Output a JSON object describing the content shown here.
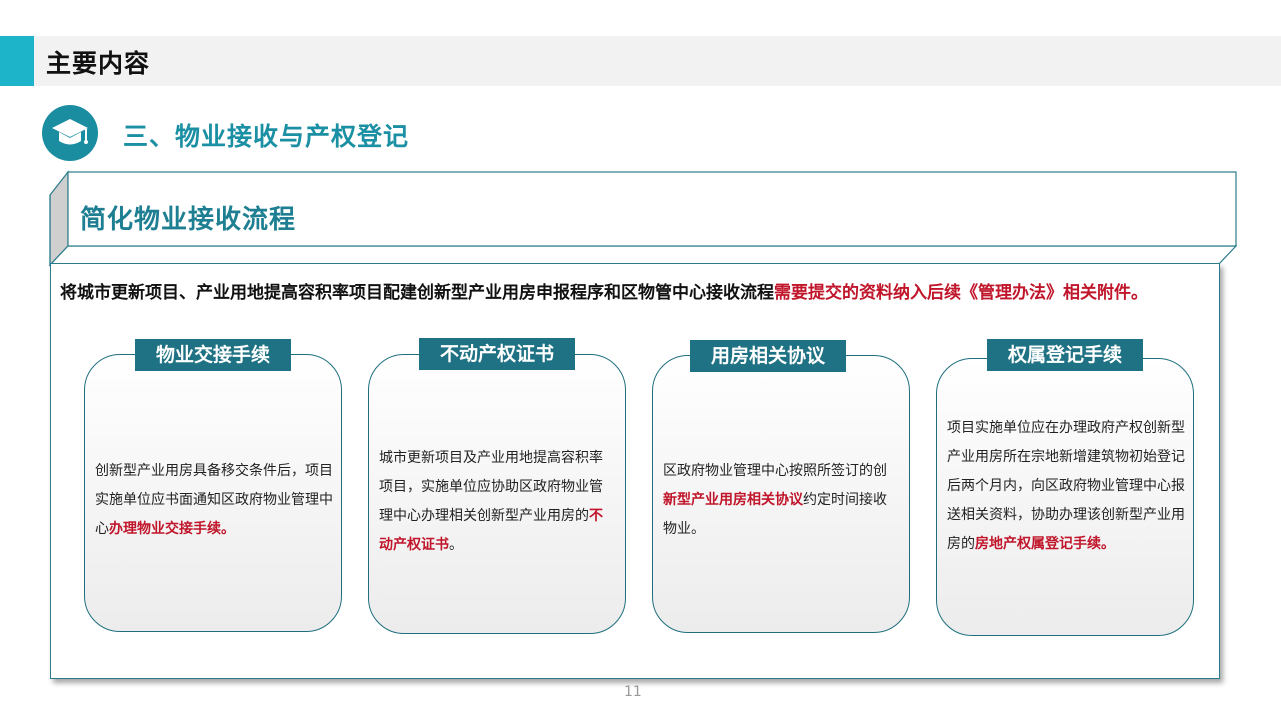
{
  "header": {
    "title": "主要内容"
  },
  "section": {
    "title": "三、物业接收与产权登记",
    "icon": "graduation-cap-icon"
  },
  "banner": {
    "title": "简化物业接收流程"
  },
  "intro": {
    "normal": "将城市更新项目、产业用地提高容积率项目配建创新型产业用房申报程序和区物管中心接收流程",
    "highlight": "需要提交的资料纳入后续《管理办法》相关附件。"
  },
  "cards": [
    {
      "label": "物业交接手续",
      "text_before": "创新型产业用房具备移交条件后，项目实施单位应书面通知区政府物业管理中心",
      "highlight": "办理物业交接手续。",
      "text_after": ""
    },
    {
      "label": "不动产权证书",
      "text_before": "城市更新项目及产业用地提高容积率项目，实施单位应协助区政府物业管理中心办理相关创新型产业用房的",
      "highlight": "不动产权证书",
      "text_after": "。"
    },
    {
      "label": "用房相关协议",
      "text_before": "区政府物业管理中心按照所签订的创",
      "highlight": "新型产业用房相关协议",
      "text_after": "约定时间接收物业。"
    },
    {
      "label": "权属登记手续",
      "text_before": "项目实施单位应在办理政府产权创新型产业用房所在宗地新增建筑物初始登记后两个月内，向区政府物业管理中心报送相关资料，协助办理该创新型产业用房的",
      "highlight": "房地产权属登记手续。",
      "text_after": ""
    }
  ],
  "footer": {
    "page_number": "11"
  },
  "colors": {
    "accent": "#1db3c8",
    "teal": "#1f7283",
    "highlight": "#c0152a"
  }
}
